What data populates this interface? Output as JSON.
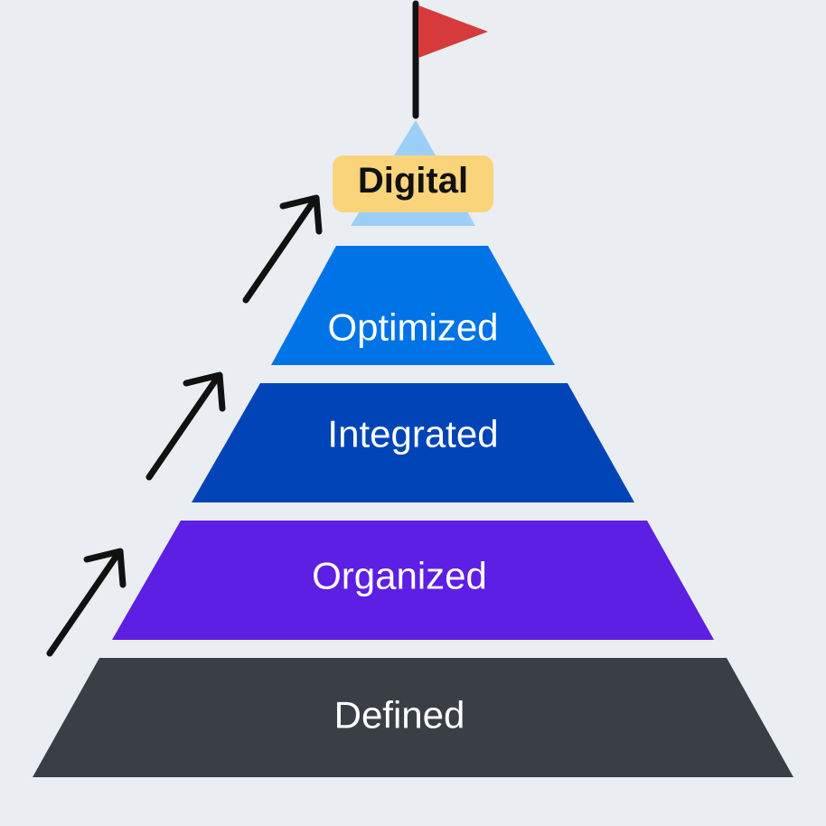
{
  "diagram": {
    "peak": {
      "label": "Digital",
      "badge_color": "#fad47a",
      "triangle_color": "#9ccff8"
    },
    "flag": {
      "pole_color": "#111111",
      "flag_color": "#d63a3a"
    },
    "tiers": [
      {
        "label": "Optimized",
        "color": "#0073e6"
      },
      {
        "label": "Integrated",
        "color": "#0044b8"
      },
      {
        "label": "Organized",
        "color": "#5c1fe3"
      },
      {
        "label": "Defined",
        "color": "#3a3f46"
      }
    ],
    "arrows": [
      {
        "icon": "arrow-up-right-icon"
      },
      {
        "icon": "arrow-up-right-icon"
      },
      {
        "icon": "arrow-up-right-icon"
      }
    ]
  }
}
